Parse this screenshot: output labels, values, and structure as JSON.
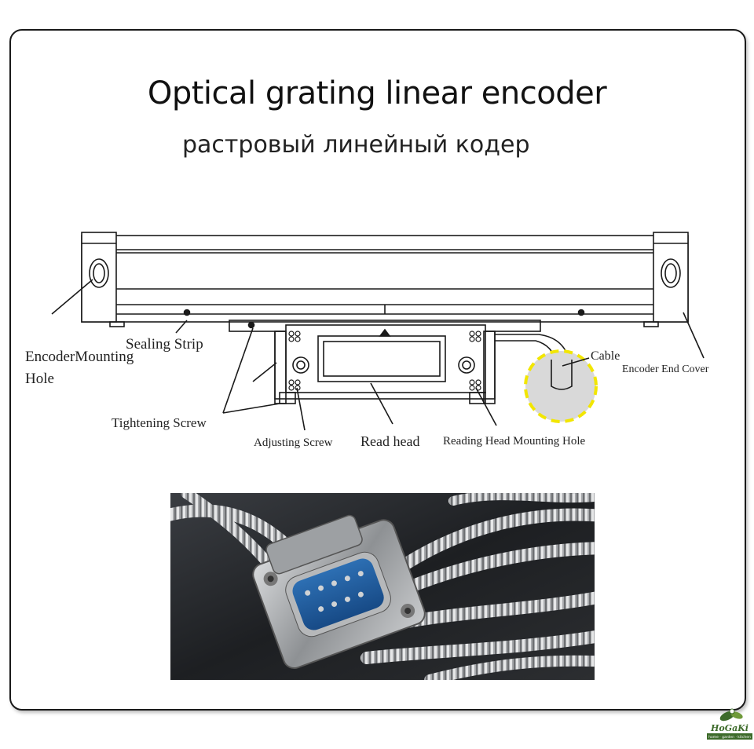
{
  "title": "Optical grating linear encoder",
  "subtitle": "растровый линейный кодер",
  "diagram": {
    "labels": {
      "encoder_mounting_hole_line1": "EncoderMounting",
      "encoder_mounting_hole_line2": "Hole",
      "sealing_strip": "Sealing Strip",
      "tightening_screw": "Tightening Screw",
      "adjusting_screw": "Adjusting Screw",
      "read_head": "Read head",
      "reading_head_mounting_hole": "Reading Head Mounting Hole",
      "cable": "Cable",
      "encoder_end_cover": "Encoder End Cover"
    },
    "highlight_color": "#f2e600"
  },
  "photo": {
    "subject": "DB9 connector with stainless armored cable"
  },
  "brand": {
    "logo_text": "HoGaKi",
    "tagline": "home · garden · kitchen"
  }
}
